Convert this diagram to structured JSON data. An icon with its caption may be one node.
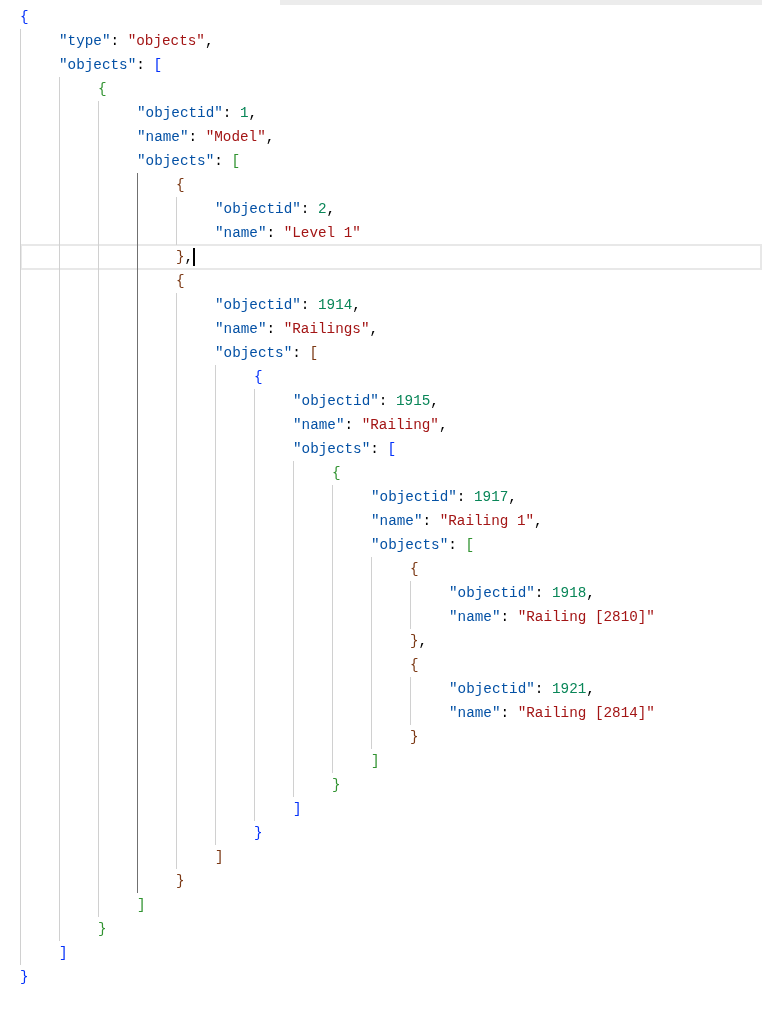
{
  "diagram": {
    "labels": [
      "{",
      "\"type\": \"objects\",",
      "\"objects\": [",
      "{",
      "\"objectid\": 1,",
      "\"name\": \"Model\",",
      "\"objects\": [",
      "{",
      "\"objectid\": 2,",
      "\"name\": \"Level 1\"",
      "},",
      "{",
      "\"objectid\": 1914,",
      "\"name\": \"Railings\",",
      "\"objects\": [",
      "{",
      "\"objectid\": 1915,",
      "\"name\": \"Railing\",",
      "\"objects\": [",
      "{",
      "\"objectid\": 1917,",
      "\"name\": \"Railing 1\",",
      "\"objects\": [",
      "{",
      "\"objectid\": 1918,",
      "\"name\": \"Railing [2810]\"",
      "},",
      "{",
      "\"objectid\": 1921,",
      "\"name\": \"Railing [2814]\"",
      "}",
      "]",
      "}",
      "]",
      "}",
      "]",
      "}",
      "]",
      "}",
      "]",
      "}"
    ]
  }
}
